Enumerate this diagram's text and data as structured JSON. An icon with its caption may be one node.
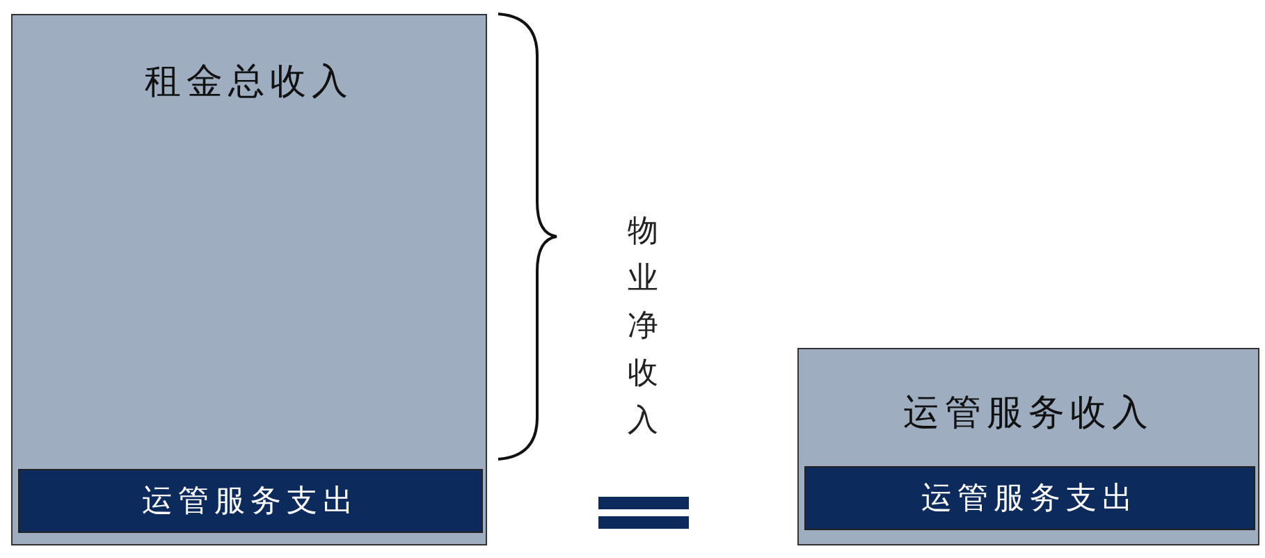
{
  "diagram": {
    "nodes": [
      {
        "text": [
          "租金总收入"
        ]
      },
      {
        "text": [
          "运管服务支出"
        ],
        "in": 0
      },
      {
        "text": [
          "物业净收入"
        ]
      },
      {
        "text": [
          "运管服务收入"
        ]
      },
      {
        "text": [
          "运管服务支出"
        ],
        "in": 3
      }
    ]
  }
}
